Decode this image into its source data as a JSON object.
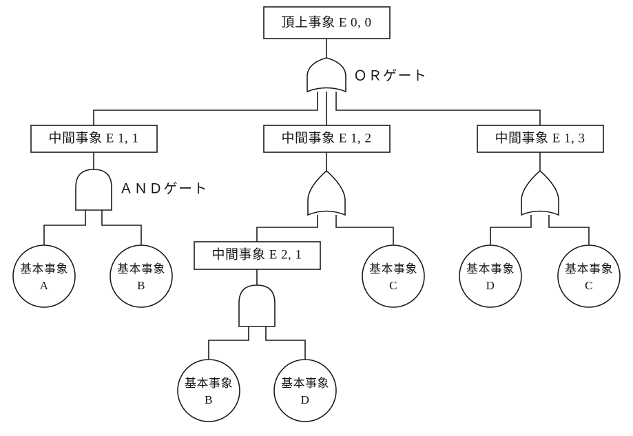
{
  "diagram": {
    "type": "fault-tree",
    "title": "",
    "colors": {
      "stroke": "#1a1a22",
      "fill": "#ffffff",
      "text": "#15151c",
      "background": "#ffffff"
    },
    "gate_labels": {
      "or": "ＯＲゲート",
      "and": "ＡＮＤゲート"
    },
    "nodes": {
      "top_event": {
        "label": "頂上事象 E 0, 0",
        "shape": "rectangle",
        "level": 0
      },
      "intermediate_1_1": {
        "label": "中間事象 E 1, 1",
        "shape": "rectangle",
        "level": 1
      },
      "intermediate_1_2": {
        "label": "中間事象 E 1, 2",
        "shape": "rectangle",
        "level": 1
      },
      "intermediate_1_3": {
        "label": "中間事象 E 1, 3",
        "shape": "rectangle",
        "level": 1
      },
      "intermediate_2_1": {
        "label": "中間事象 E 2, 1",
        "shape": "rectangle",
        "level": 2
      },
      "basic_a": {
        "line1": "基本事象",
        "line2": "A",
        "shape": "circle"
      },
      "basic_b_left": {
        "line1": "基本事象",
        "line2": "B",
        "shape": "circle"
      },
      "basic_c_mid": {
        "line1": "基本事象",
        "line2": "C",
        "shape": "circle"
      },
      "basic_d_right": {
        "line1": "基本事象",
        "line2": "D",
        "shape": "circle"
      },
      "basic_c_right": {
        "line1": "基本事象",
        "line2": "C",
        "shape": "circle"
      },
      "basic_b_bottom": {
        "line1": "基本事象",
        "line2": "B",
        "shape": "circle"
      },
      "basic_d_bottom": {
        "line1": "基本事象",
        "line2": "D",
        "shape": "circle"
      }
    },
    "gates": {
      "gate_top": {
        "kind": "OR",
        "parent": "頂上事象 E 0, 0"
      },
      "gate_e11": {
        "kind": "AND",
        "parent": "中間事象 E 1, 1"
      },
      "gate_e12": {
        "kind": "OR",
        "parent": "中間事象 E 1, 2"
      },
      "gate_e13": {
        "kind": "OR",
        "parent": "中間事象 E 1, 3"
      },
      "gate_e21": {
        "kind": "AND",
        "parent": "中間事象 E 2, 1"
      }
    }
  }
}
